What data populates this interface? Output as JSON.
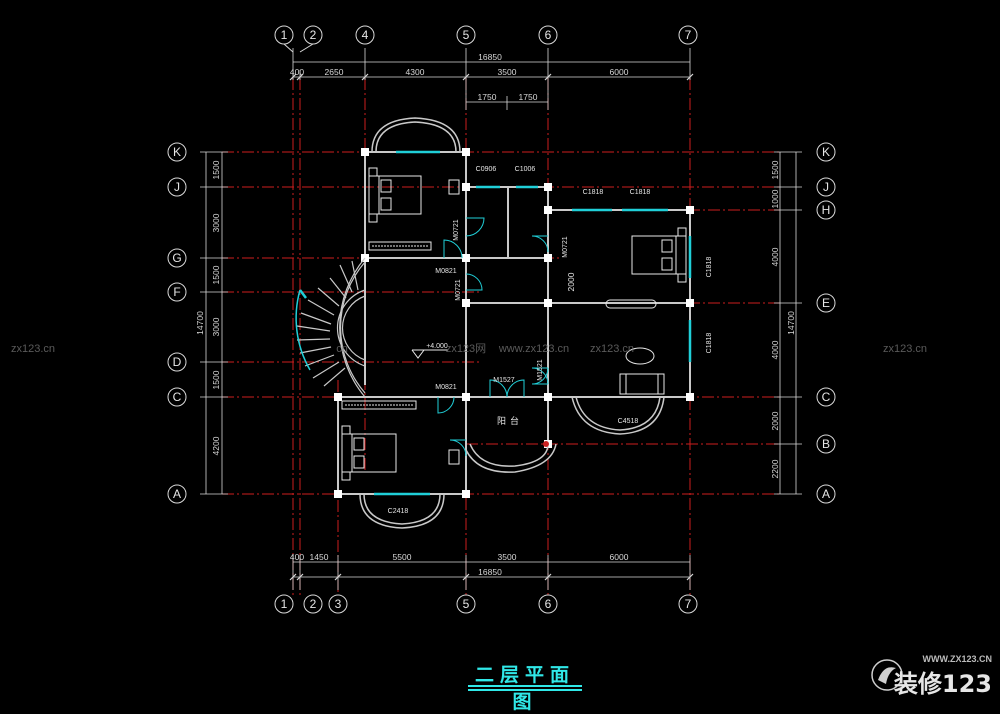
{
  "drawing": {
    "title": "二层平面图",
    "axes_top": [
      "1",
      "2",
      "4",
      "5",
      "6",
      "7"
    ],
    "axes_bottom": [
      "1",
      "2",
      "3",
      "5",
      "6",
      "7"
    ],
    "axes_rows_left": [
      "K",
      "J",
      "G",
      "F",
      "D",
      "C",
      "A"
    ],
    "axes_rows_right": [
      "K",
      "J",
      "H",
      "E",
      "C",
      "B",
      "A"
    ],
    "top_total": "16850",
    "top_dims": [
      "400",
      "2650",
      "4300",
      "3500",
      "6000"
    ],
    "top_sub_dims": [
      "1750",
      "1750"
    ],
    "bottom_total": "16850",
    "bottom_dims": [
      "400",
      "1450",
      "5500",
      "3500",
      "6000"
    ],
    "left_dims": [
      "1500",
      "3000",
      "1500",
      "3000",
      "1500",
      "4200"
    ],
    "left_total": "14700",
    "right_dims": [
      "1000",
      "1500",
      "4000",
      "4000",
      "2000",
      "2200"
    ],
    "right_total": "14700",
    "room_labels": {
      "c0906": "C0906",
      "c1006": "C1006",
      "c1818a": "C1818",
      "c1818b": "C1818",
      "c1818c": "C1818",
      "c1818d": "C1818",
      "c4518": "C4518",
      "c2418": "C2418",
      "m0721a": "M0721",
      "m0721b": "M0721",
      "m0721c": "M0721",
      "m0821a": "M0821",
      "m0821b": "M0821",
      "m1521": "M1521",
      "m1527": "M1527",
      "balcony": "阳台",
      "level": "+4.000",
      "inner_dim": "2000"
    },
    "watermark": {
      "left": "zx123.cn",
      "mid1": "zx123网",
      "mid2": "www.zx123.cn",
      "mid3": "zx123.cn",
      "right": "zx123.cn",
      "mid0": "cn"
    },
    "logo": {
      "url": "WWW.ZX123.CN",
      "brand": "装修123"
    }
  },
  "colors": {
    "background": "#000000",
    "axis_red": "#cc1e1e",
    "dim_white": "#d8d8d8",
    "wall": "#c9c9c9",
    "window": "#20cfd8",
    "accent_cyan": "#30e8e8",
    "furniture": "#e8e8e8"
  }
}
